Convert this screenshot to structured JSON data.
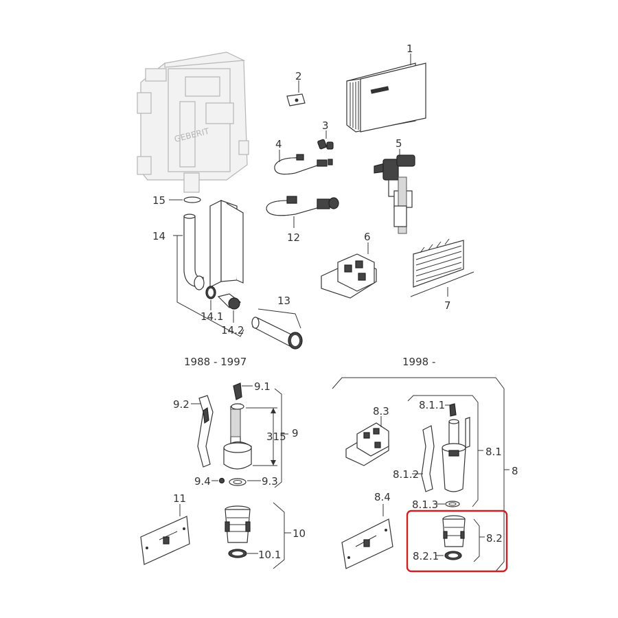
{
  "headers": {
    "left": "1988 - 1997",
    "right": "1998 -"
  },
  "labels": {
    "p1": "1",
    "p2": "2",
    "p3": "3",
    "p4": "4",
    "p5": "5",
    "p6": "6",
    "p7": "7",
    "p8": "8",
    "p8_1": "8.1",
    "p8_1_1": "8.1.1",
    "p8_1_2": "8.1.2",
    "p8_1_3": "8.1.3",
    "p8_2": "8.2",
    "p8_2_1": "8.2.1",
    "p8_3": "8.3",
    "p8_4": "8.4",
    "p9": "9",
    "p9_1": "9.1",
    "p9_2": "9.2",
    "p9_3": "9.3",
    "p9_4": "9.4",
    "p10": "10",
    "p10_1": "10.1",
    "p11": "11",
    "p12": "12",
    "p13": "13",
    "p14": "14",
    "p14_1": "14.1",
    "p14_2": "14.2",
    "p15": "15",
    "dim315": "315"
  },
  "colors": {
    "line": "#333333",
    "highlight": "#cc2027",
    "faded": "#b5b5b5"
  }
}
